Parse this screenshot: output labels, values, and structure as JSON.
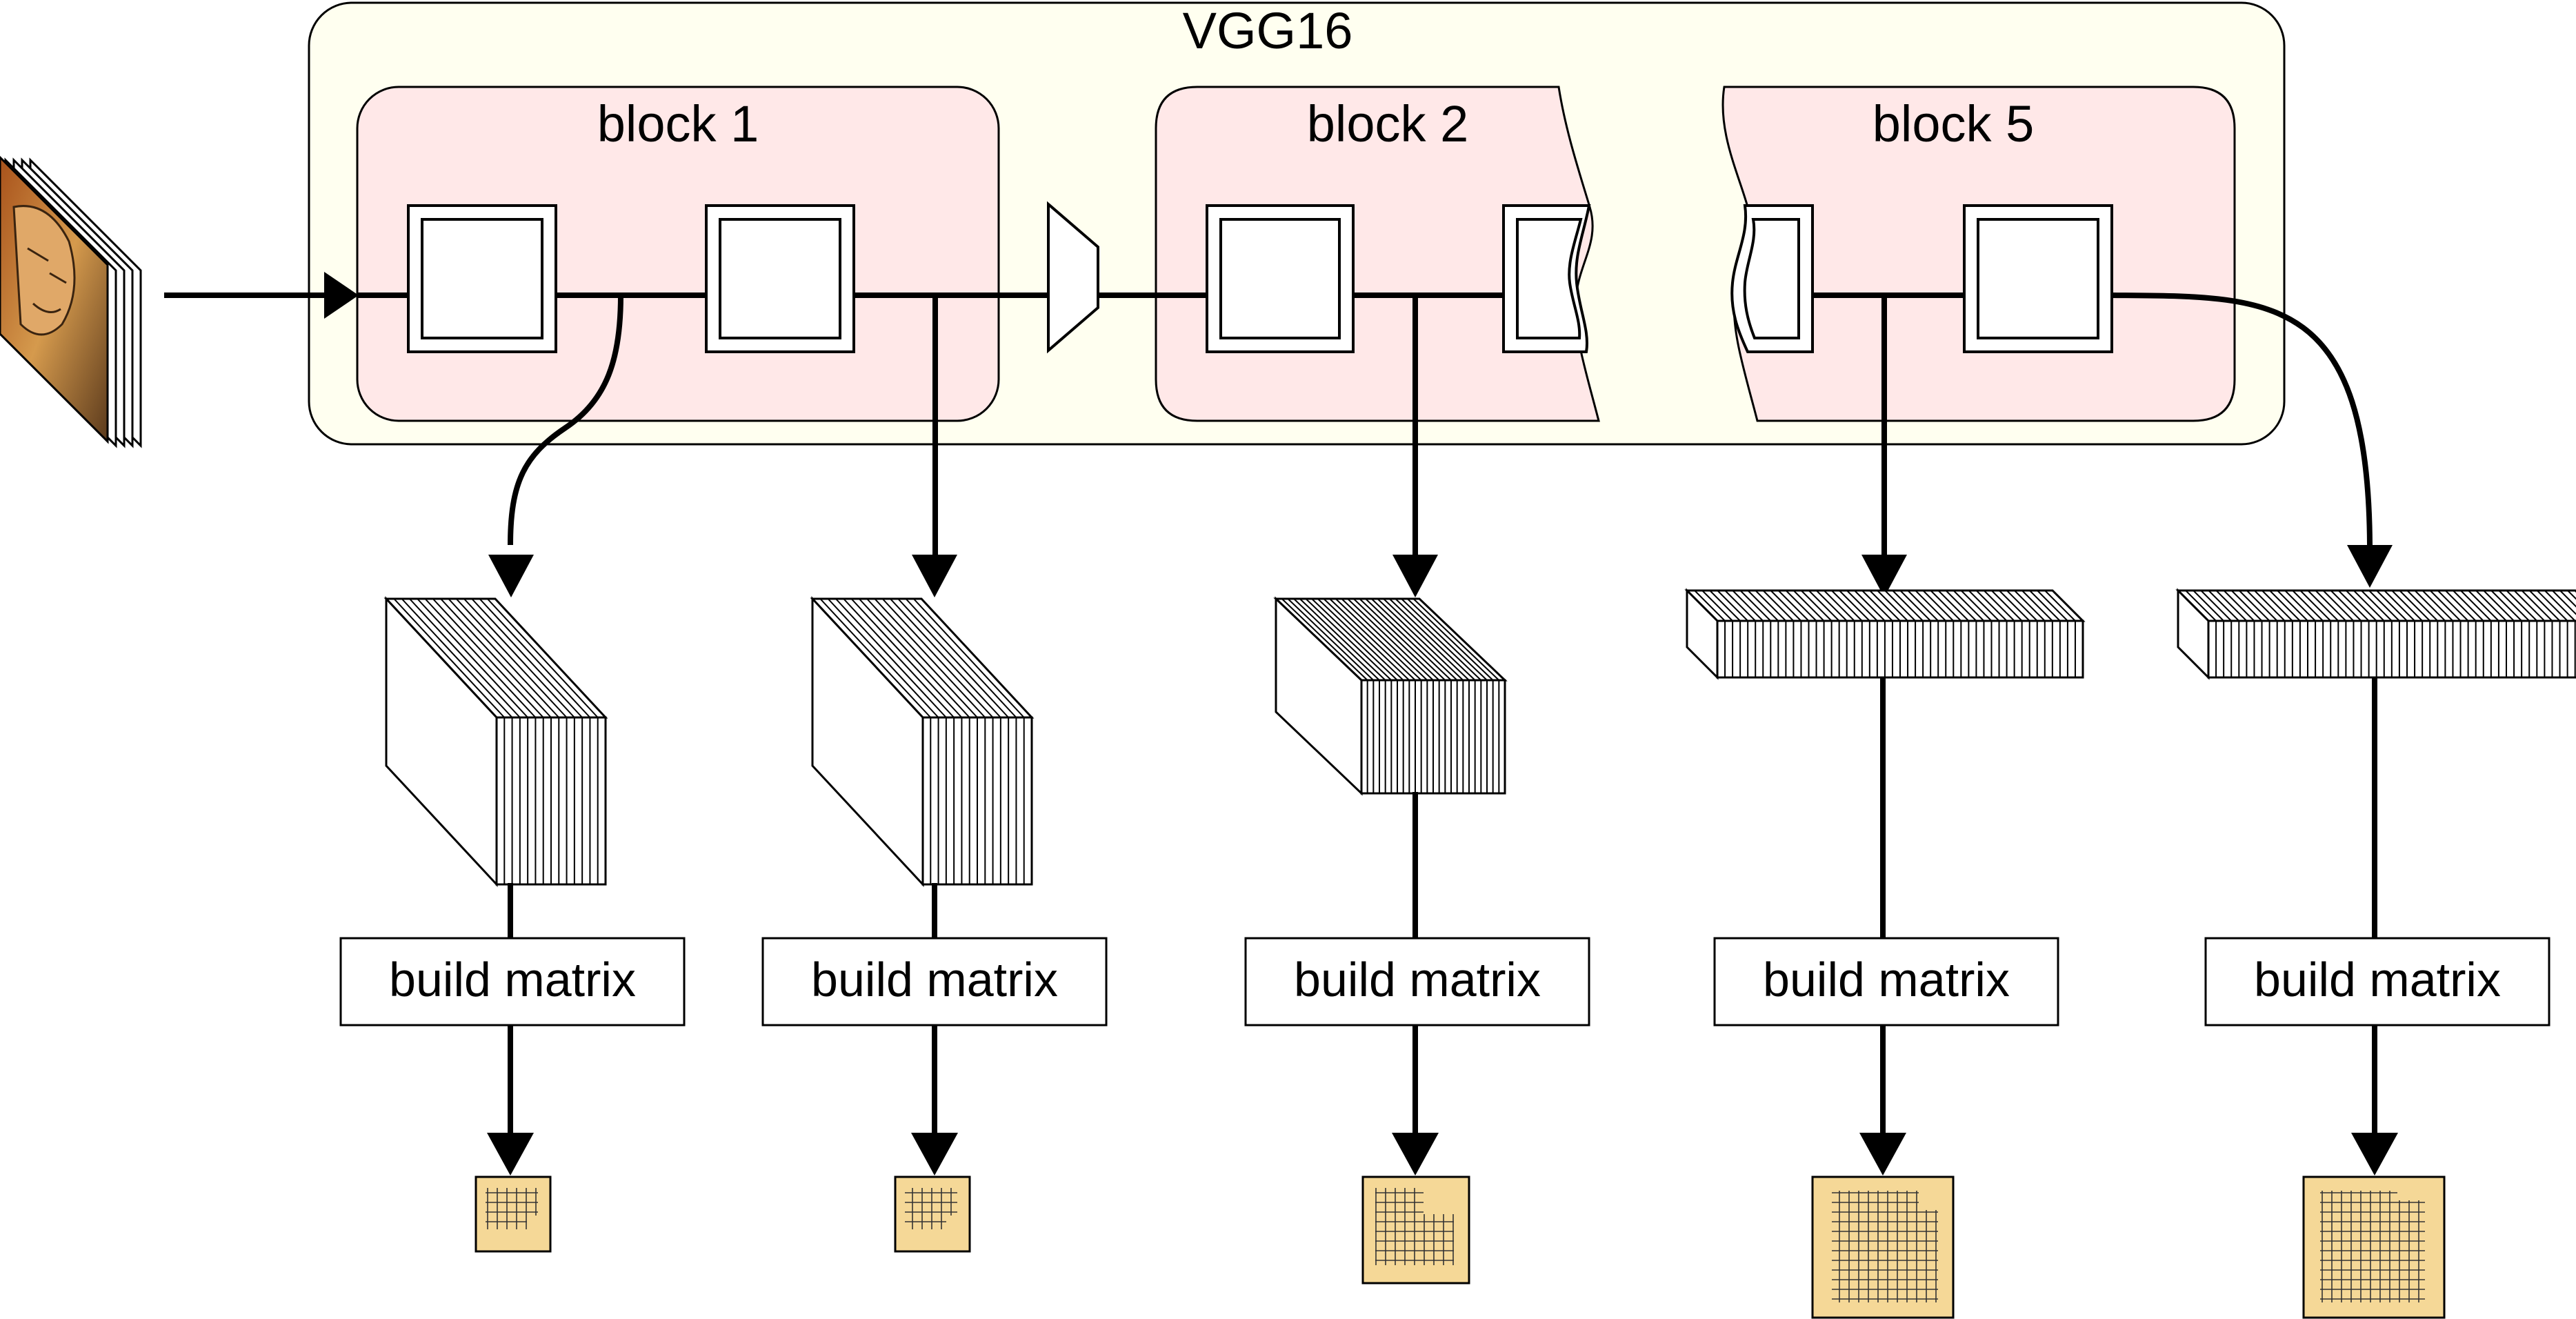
{
  "model": {
    "title": "VGG16"
  },
  "blocks": [
    {
      "label": "block 1"
    },
    {
      "label": "block 2"
    },
    {
      "label": "block 5"
    }
  ],
  "outputs": [
    {
      "label": "build matrix"
    },
    {
      "label": "build matrix"
    },
    {
      "label": "build matrix"
    },
    {
      "label": "build matrix"
    },
    {
      "label": "build matrix"
    }
  ],
  "colors": {
    "vgg_fill": "#fffff0",
    "block_fill": "#ffe8e8",
    "gram_fill": "#f5d897",
    "image_fill": "#c77a2c"
  }
}
